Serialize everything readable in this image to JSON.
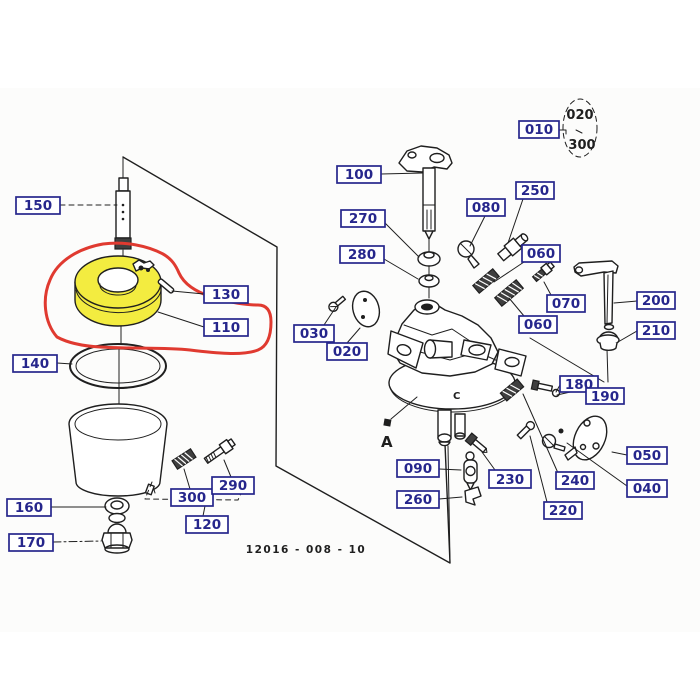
{
  "figure": {
    "code": "12016 - 008 - 10"
  },
  "markers": {
    "view_marker": "A",
    "casting_mark": "C"
  },
  "dashed_group": {
    "boxed_label": "010",
    "items": [
      "020",
      "300"
    ]
  },
  "highlight": {
    "circled_labels": [
      "110",
      "130"
    ],
    "yellow_part_label": "110"
  },
  "colors": {
    "label_blue": "#26268c",
    "ink": "#1f1f1f",
    "highlight_red": "#e03a30",
    "highlight_yellow": "#f3ec40"
  },
  "labels": [
    {
      "id": "150"
    },
    {
      "id": "130"
    },
    {
      "id": "110"
    },
    {
      "id": "140"
    },
    {
      "id": "160"
    },
    {
      "id": "170"
    },
    {
      "id": "300"
    },
    {
      "id": "290"
    },
    {
      "id": "120"
    },
    {
      "id": "100"
    },
    {
      "id": "270"
    },
    {
      "id": "280"
    },
    {
      "id": "030"
    },
    {
      "id": "020"
    },
    {
      "id": "010"
    },
    {
      "id": "080"
    },
    {
      "id": "250"
    },
    {
      "id": "060"
    },
    {
      "id": "070"
    },
    {
      "id": "060"
    },
    {
      "id": "200"
    },
    {
      "id": "210"
    },
    {
      "id": "180"
    },
    {
      "id": "190"
    },
    {
      "id": "050"
    },
    {
      "id": "040"
    },
    {
      "id": "090"
    },
    {
      "id": "260"
    },
    {
      "id": "230"
    },
    {
      "id": "240"
    },
    {
      "id": "220"
    }
  ]
}
